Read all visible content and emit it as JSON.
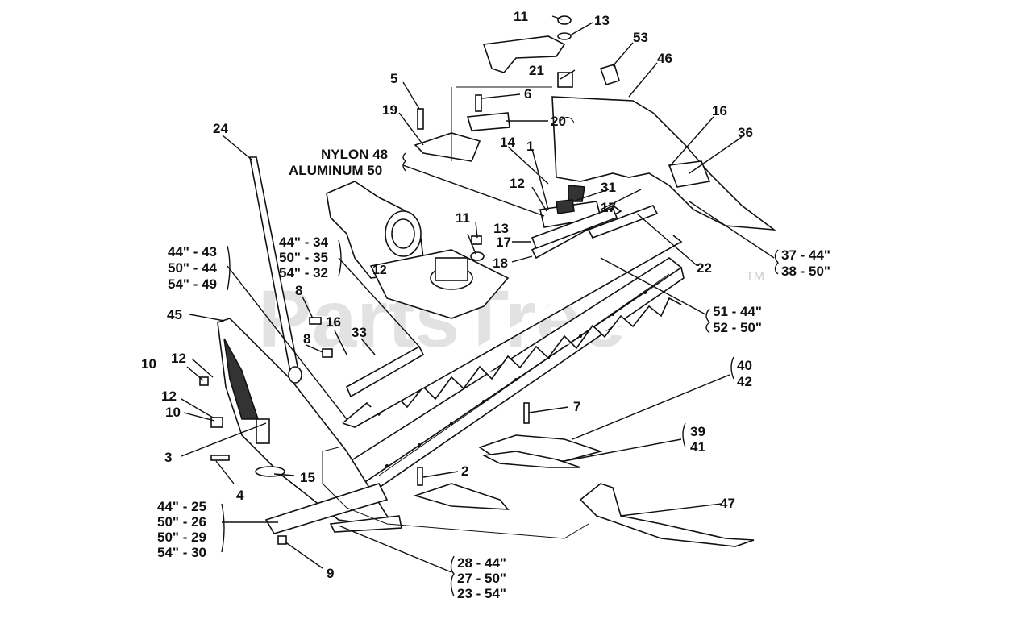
{
  "watermark": {
    "text": "PartsTree",
    "trademark": "TM"
  },
  "callouts": {
    "c11a": "11",
    "c13a": "13",
    "c53": "53",
    "c46": "46",
    "c21": "21",
    "c5": "5",
    "c6": "6",
    "c19": "19",
    "c20": "20",
    "c16a": "16",
    "c36": "36",
    "c24": "24",
    "nylon": "NYLON 48",
    "aluminum": "ALUMINUM 50",
    "c14": "14",
    "c1": "1",
    "c12a": "12",
    "c31": "31",
    "c17a": "17",
    "c11b": "11",
    "c13b": "13",
    "c17b": "17",
    "c18": "18",
    "c22": "22",
    "c37": "37 - 44\"",
    "c38": "38 - 50\"",
    "c43": "44\" - 43",
    "c44": "50\" - 44",
    "c49": "54\" - 49",
    "c34": "44\" - 34",
    "c35": "50\" - 35",
    "c32": "54\" - 32",
    "c8a": "8",
    "c8b": "8",
    "c45": "45",
    "c16b": "16",
    "c33": "33",
    "c51": "51 - 44\"",
    "c52": "52 - 50\"",
    "c10a": "10",
    "c12b": "12",
    "c12c": "12",
    "c10b": "10",
    "c40": "40",
    "c42": "42",
    "c7": "7",
    "c3": "3",
    "c39": "39",
    "c41": "41",
    "c15": "15",
    "c2": "2",
    "c4": "4",
    "c25": "44\" - 25",
    "c26": "50\" - 26",
    "c29": "50\" - 29",
    "c30": "54\" - 30",
    "c47": "47",
    "c9": "9",
    "c28": "28 - 44\"",
    "c27": "27 - 50\"",
    "c23": "23 - 54\"",
    "small12": "12"
  }
}
